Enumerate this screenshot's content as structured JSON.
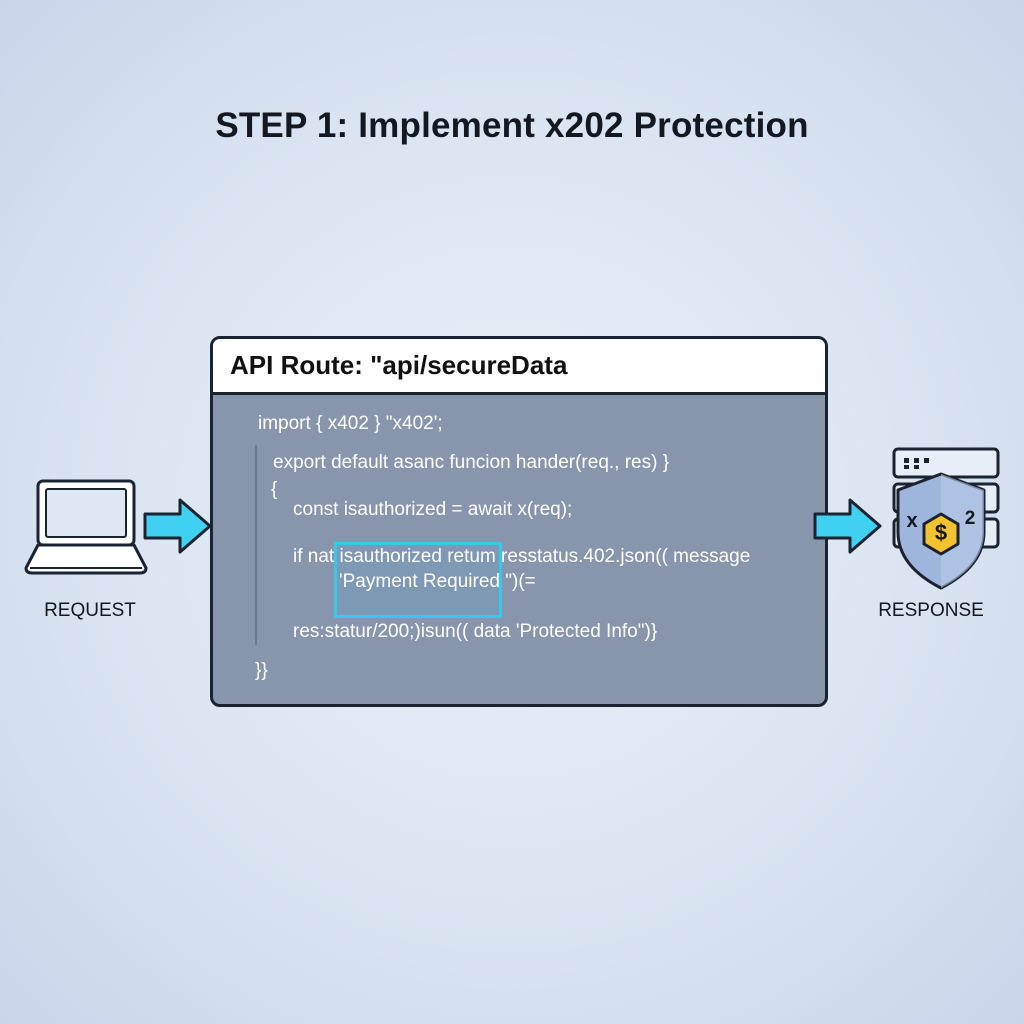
{
  "title": "STEP 1: Implement x202 Protection",
  "panel": {
    "header": "API Route: \"api/secureData",
    "code_lines": [
      "import { x402 } \"x402';",
      "export default asanc funcion hander(req., res) }",
      "{",
      "const isauthorized = await x(req);",
      "if nat isauthorized retum resstatus.402.json(( message",
      "'Payment Required \")(=",
      "res:statur/200;)isun(( data 'Protected Info\")}",
      "}}"
    ]
  },
  "request": {
    "label": "REQUEST",
    "icon": "laptop-icon"
  },
  "response": {
    "label": "RESPONSE",
    "icon": "server-shield-icon",
    "shield_left": "x",
    "shield_right": "2",
    "coin_symbol": "$"
  },
  "colors": {
    "arrow": "#3fd0f2",
    "highlight": "#35c9ee",
    "coin": "#f2c230",
    "shield": "#9fb6dc",
    "code_bg": "#8795ad"
  }
}
